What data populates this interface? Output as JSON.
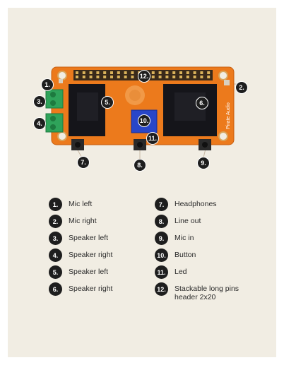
{
  "board": {
    "brand_text": "Pirate Audio",
    "markers": [
      "1.",
      "2.",
      "3.",
      "4.",
      "5.",
      "6.",
      "7.",
      "8.",
      "9.",
      "10.",
      "11.",
      "12."
    ]
  },
  "legend": [
    {
      "num": "1.",
      "label": "Mic left"
    },
    {
      "num": "2.",
      "label": "Mic right"
    },
    {
      "num": "3.",
      "label": "Speaker left"
    },
    {
      "num": "4.",
      "label": "Speaker right"
    },
    {
      "num": "5.",
      "label": "Speaker left"
    },
    {
      "num": "6.",
      "label": "Speaker right"
    },
    {
      "num": "7.",
      "label": "Headphones"
    },
    {
      "num": "8.",
      "label": "Line out"
    },
    {
      "num": "9.",
      "label": "Mic in"
    },
    {
      "num": "10.",
      "label": "Button"
    },
    {
      "num": "11.",
      "label": "Led"
    },
    {
      "num": "12.",
      "label": "Stackable long pins header 2x20"
    }
  ],
  "colors": {
    "background": "#f1ede3",
    "pcb": "#ec7a1c",
    "terminal": "#2fa35a",
    "button": "#2846c8",
    "marker": "#1e1e1e"
  }
}
